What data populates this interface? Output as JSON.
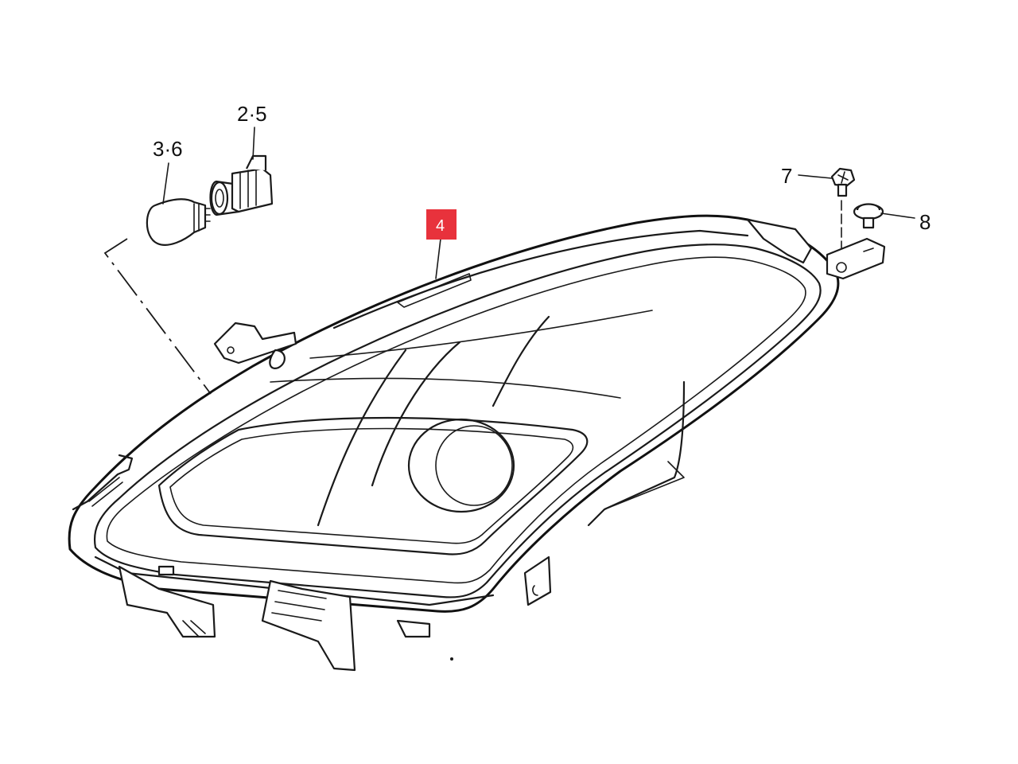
{
  "callouts": {
    "bulb": "3·6",
    "socket": "2·5",
    "headlamp": "4",
    "bolt": "7",
    "clip": "8"
  },
  "colors": {
    "highlight": "#e8323c",
    "line": "#1a1a1a",
    "background": "#ffffff"
  }
}
